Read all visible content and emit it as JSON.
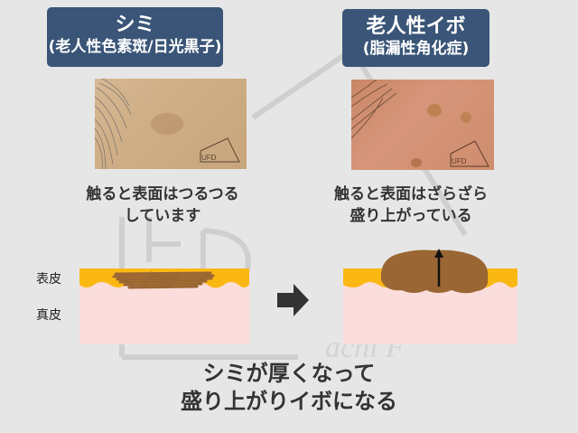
{
  "left": {
    "title": "シミ",
    "subtitle": "(老人性色素斑/日光黒子)",
    "photo_alt": "shimi-skin-photo",
    "description_line1": "触ると表面はつるつる",
    "description_line2": "しています"
  },
  "right": {
    "title": "老人性イボ",
    "subtitle": "(脂漏性角化症)",
    "photo_alt": "seborrheic-keratosis-skin-photo",
    "description_line1": "触ると表面はざらざら",
    "description_line2": "盛り上がっている"
  },
  "layers": {
    "epidermis": "表皮",
    "dermis": "真皮"
  },
  "conclusion": {
    "line1": "シミが厚くなって",
    "line2": "盛り上がりイボになる"
  },
  "watermark": {
    "logo": "UFD",
    "text": "achi F"
  },
  "colors": {
    "title_bg": "#3a5577",
    "epidermis": "#fbb813",
    "dermis": "#fbdddb",
    "pigment": "#9a6633",
    "arrow": "#333333",
    "background": "#e6e6e6"
  },
  "icons": {
    "arrow": "right-arrow-icon",
    "growth_arrow": "up-arrow-icon"
  }
}
